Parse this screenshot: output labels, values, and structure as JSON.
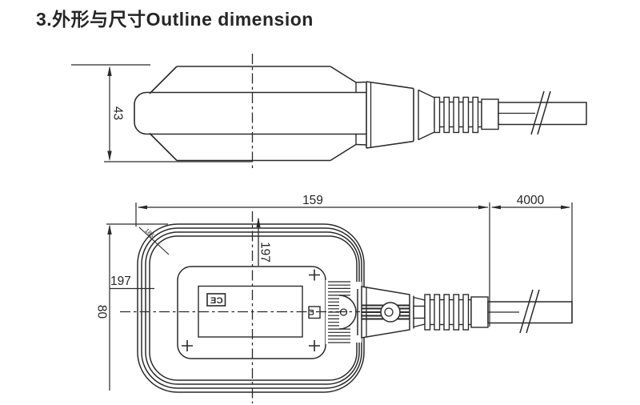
{
  "title": "3.外形与尺寸Outline dimension",
  "colors": {
    "line": "#2a2a2a",
    "background": "#ffffff"
  },
  "side_view": {
    "height": "43"
  },
  "plan_view": {
    "length": "159",
    "cable_length": "4000",
    "width": "80",
    "left_label": "197",
    "center_label": "197",
    "corner_label": "185",
    "ce_mark": "CE"
  }
}
